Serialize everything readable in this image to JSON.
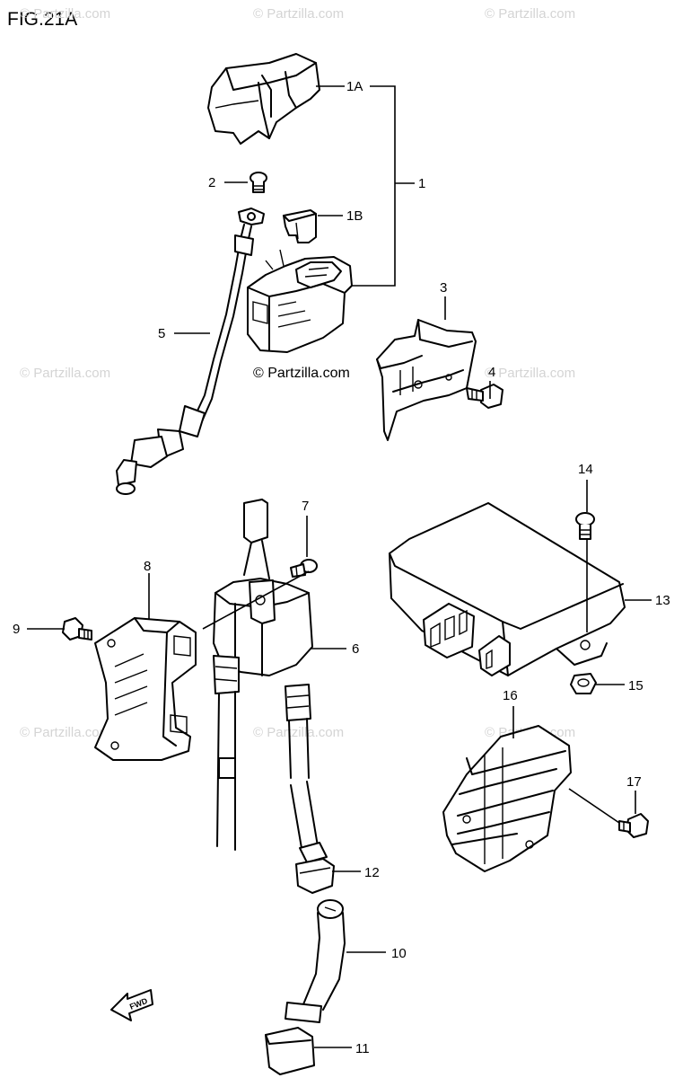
{
  "figure": {
    "title": "FIG.21A"
  },
  "watermark": {
    "text": "© Partzilla.com"
  },
  "callouts": {
    "c1": "1",
    "c1a": "1A",
    "c1b": "1B",
    "c2": "2",
    "c3": "3",
    "c4": "4",
    "c5": "5",
    "c6": "6",
    "c7": "7",
    "c8": "8",
    "c9": "9",
    "c10": "10",
    "c11": "11",
    "c12": "12",
    "c13": "13",
    "c14": "14",
    "c15": "15",
    "c16": "16",
    "c17": "17"
  },
  "direction_marker": {
    "label": "FWD"
  }
}
